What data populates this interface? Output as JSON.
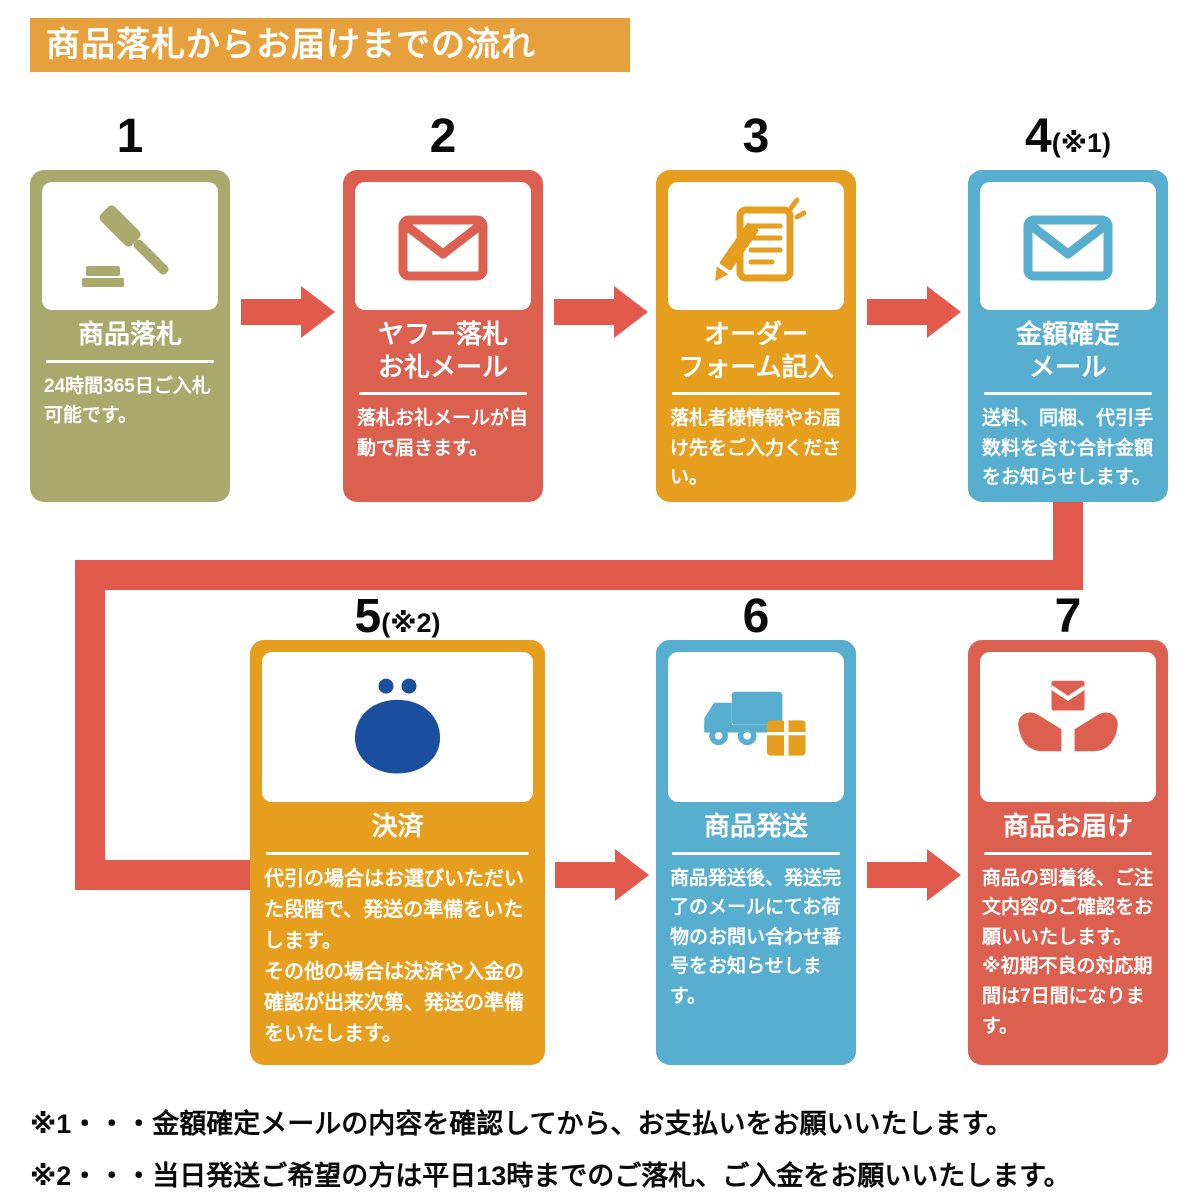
{
  "header": {
    "title": "商品落札からお届けまでの流れ"
  },
  "colors": {
    "banner": "#E6A13C",
    "arrow": "#E25A4B",
    "olive": "#A9A96E",
    "red": "#DC604F",
    "orange": "#E69E1F",
    "blue": "#57AECE",
    "purse": "#1A4F9E",
    "box_accent": "#E69E1F",
    "text": "#0a0a0a"
  },
  "steps": [
    {
      "number": "1",
      "number_note": "",
      "icon": "gavel-icon",
      "color": "#A9A96E",
      "title": "商品落札",
      "description": "24時間365日ご入札可能です。"
    },
    {
      "number": "2",
      "number_note": "",
      "icon": "mail-icon",
      "color": "#DC604F",
      "title": "ヤフー落札\nお礼メール",
      "description": "落札お礼メールが自動で届きます。"
    },
    {
      "number": "3",
      "number_note": "",
      "icon": "order-form-pencil-icon",
      "color": "#E69E1F",
      "title": "オーダー\nフォーム記入",
      "description": "落札者様情報やお届け先をご入力ください。"
    },
    {
      "number": "4",
      "number_note": "(※1)",
      "icon": "mail-icon",
      "color": "#57AECE",
      "title": "金額確定\nメール",
      "description": "送料、同梱、代引手数料を含む合計金額をお知らせします。"
    },
    {
      "number": "5",
      "number_note": "(※2)",
      "icon": "coin-purse-icon",
      "color": "#E69E1F",
      "title": "決済",
      "description": "代引の場合はお選びいただいた段階で、発送の準備をいたします。\nその他の場合は決済や入金の確認が出来次第、発送の準備をいたします。"
    },
    {
      "number": "6",
      "number_note": "",
      "icon": "delivery-truck-icon",
      "color": "#57AECE",
      "title": "商品発送",
      "description": "商品発送後、発送完了のメールにてお荷物のお問い合わせ番号をお知らせします。"
    },
    {
      "number": "7",
      "number_note": "",
      "icon": "hands-package-icon",
      "color": "#DC604F",
      "title": "商品お届け",
      "description": "商品の到着後、ご注文内容のご確認をお願いいたします。\n※初期不良の対応期間は7日間になります。"
    }
  ],
  "notes": [
    "※1・・・金額確定メールの内容を確認してから、お支払いをお願いいたします。",
    "※2・・・当日発送ご希望の方は平日13時までのご落札、ご入金をお願いいたします。"
  ]
}
